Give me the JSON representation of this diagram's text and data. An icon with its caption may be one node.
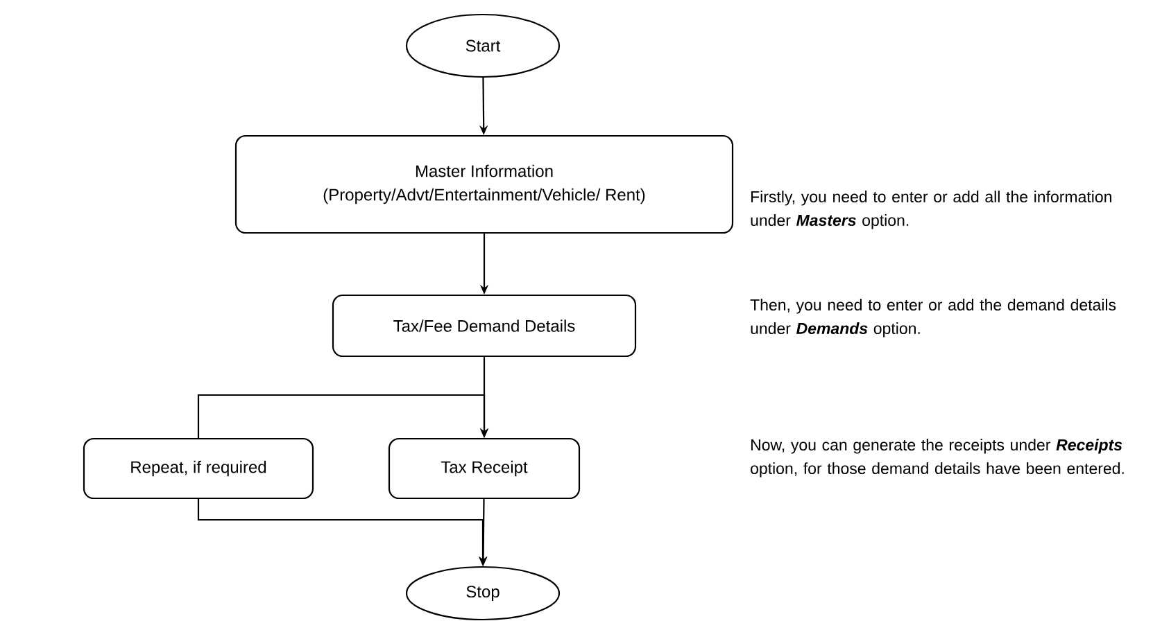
{
  "diagram": {
    "nodes": [
      {
        "text": [
          "Start"
        ]
      },
      {
        "text": [
          "Master Information",
          "(Property/Advt/Entertainment/Vehicle/ Rent)"
        ]
      },
      {
        "text": [
          "Tax/Fee Demand Details"
        ]
      },
      {
        "text": [
          "Repeat, if required"
        ]
      },
      {
        "text": [
          "Tax Receipt"
        ]
      },
      {
        "text": [
          "Stop"
        ]
      }
    ],
    "edges": [
      {
        "from": 0,
        "to": 1,
        "arrow": "to"
      },
      {
        "from": 1,
        "to": 2,
        "arrow": "to"
      },
      {
        "from": 2,
        "to": 4,
        "arrow": "to"
      },
      {
        "from": 3,
        "to": 4,
        "arrow": "to"
      },
      {
        "from": 4,
        "to": 5,
        "arrow": "to"
      },
      {
        "from": 3,
        "to": 5,
        "arrow": "to"
      }
    ],
    "labels": [
      "Firstly, you need to enter or add all the information under **Masters** option.",
      "Then, you need to enter or add the demand details under **Demands** option.",
      "Now, you can generate the receipts under **Receipts** option, for those demand details have been entered."
    ]
  }
}
